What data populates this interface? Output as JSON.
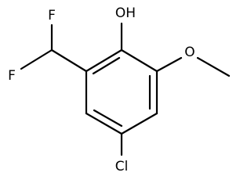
{
  "molecule": {
    "atoms": {
      "oh": "OH",
      "o_methoxy": "O",
      "f_top": "F",
      "f_left": "F",
      "cl": "Cl"
    },
    "colors": {
      "bond": "#000000",
      "label": "#000000",
      "background": "#ffffff"
    }
  }
}
